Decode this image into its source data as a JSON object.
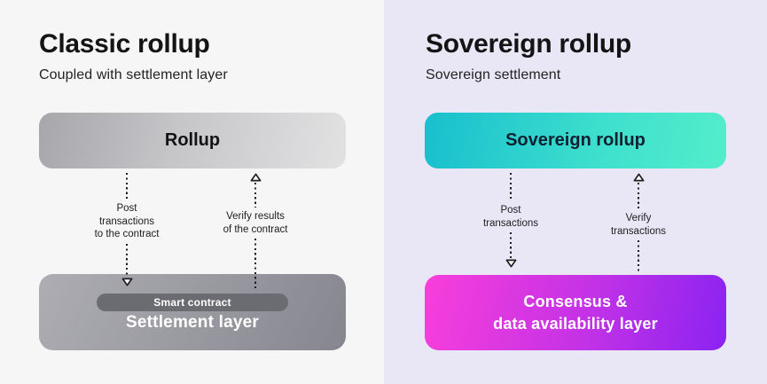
{
  "colors": {
    "left_bg": "#f6f6f6",
    "right_bg": "#e9e6f6",
    "classic_top_gradient": "103deg, #a6a6ab 0%, #c6c6c9 45%, #e2e2e3 100%",
    "classic_bottom_gradient": "115deg, #adadb3 0%, #9a9aa1 50%, #86868f 100%",
    "smart_contract_pill": "#6b6b72",
    "sovereign_top_gradient": "100deg, #18bfcd 0%, #3fe0cd 60%, #52eecb 100%",
    "sovereign_bottom_gradient": "100deg, #f83edb 0%, #c232e6 55%, #8b23f1 100%",
    "arrow_color": "#1f1f1f"
  },
  "classic": {
    "title": "Classic rollup",
    "subtitle": "Coupled with settlement layer",
    "rollup_label": "Rollup",
    "post_label": "Post\ntransactions\nto the contract",
    "verify_label": "Verify results\nof the contract",
    "smart_contract_label": "Smart contract",
    "settlement_label": "Settlement layer"
  },
  "sovereign": {
    "title": "Sovereign rollup",
    "subtitle": "Sovereign settlement",
    "rollup_label": "Sovereign rollup",
    "post_label": "Post\ntransactions",
    "verify_label": "Verify\ntransactions",
    "bottom_label": "Consensus &\ndata availability layer"
  }
}
